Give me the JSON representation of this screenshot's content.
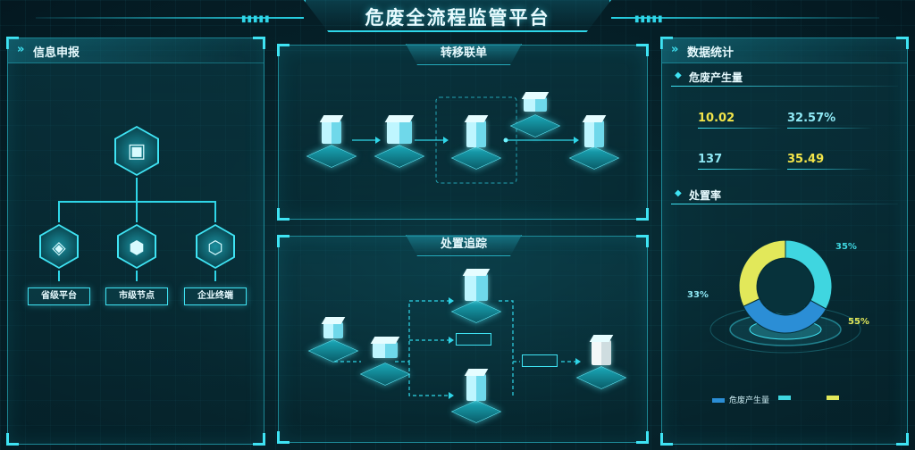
{
  "header": {
    "title": "危废全流程监管平台"
  },
  "colors": {
    "accent": "#2fd6e8",
    "yellow": "#f3e54a",
    "blue": "#2b8ed6",
    "cyan": "#3fd6e0",
    "yellowgreen": "#e2e85a"
  },
  "info_panel": {
    "title": "信息申报",
    "root_icon": "user-id-card-icon",
    "children": [
      {
        "label": "省级平台",
        "icon": "layers-icon"
      },
      {
        "label": "市级节点",
        "icon": "cube-icon"
      },
      {
        "label": "企业终端",
        "icon": "package-icon"
      }
    ]
  },
  "transfer_panel": {
    "title": "转移联单",
    "nodes": [
      {
        "label": ""
      },
      {
        "label": ""
      },
      {
        "label": ""
      },
      {
        "label": ""
      },
      {
        "label": ""
      }
    ]
  },
  "disposal_panel": {
    "title": "处置追踪",
    "nodes": [
      {
        "label": ""
      },
      {
        "label": ""
      },
      {
        "label": ""
      },
      {
        "label": ""
      },
      {
        "label": ""
      }
    ],
    "mid_tags": [
      "",
      ""
    ]
  },
  "stats_panel": {
    "title": "数据统计",
    "section1_title": "危废产生量",
    "stats": [
      {
        "label": "",
        "value": "10.02",
        "unit": ""
      },
      {
        "label": "",
        "value": "32.57%",
        "unit": ""
      },
      {
        "label": "",
        "value": "137",
        "unit": ""
      },
      {
        "label": "",
        "value": "35.49",
        "unit": ""
      }
    ],
    "section2_title": "处置率",
    "pie_labels": [
      {
        "name": "",
        "value": "35%"
      },
      {
        "name": "",
        "value": "33%"
      },
      {
        "name": "",
        "value": "55%"
      }
    ],
    "legend": [
      "危废产生量",
      "",
      ""
    ]
  },
  "chart_data": {
    "type": "pie",
    "title": "处置率",
    "series": [
      {
        "name": "",
        "value": 33
      },
      {
        "name": "",
        "value": 35
      },
      {
        "name": "",
        "value": 32
      }
    ],
    "legend_placement": "bottom"
  }
}
